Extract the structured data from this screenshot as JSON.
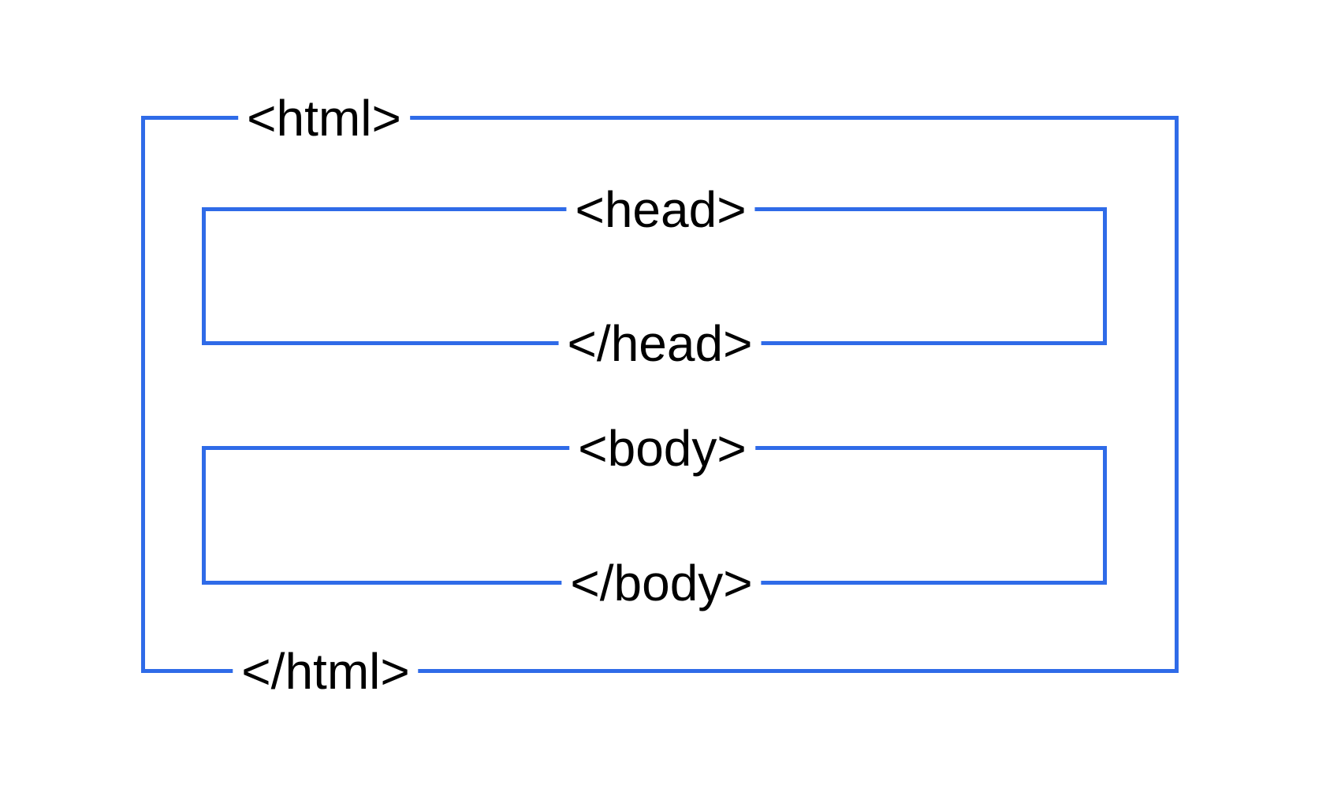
{
  "diagram": {
    "accent_color": "#2f6be8",
    "text_color": "#000000",
    "background_color": "#ffffff",
    "boxes": [
      {
        "tag": "html",
        "open_label": "<html>",
        "close_label": "</html>"
      },
      {
        "tag": "head",
        "open_label": "<head>",
        "close_label": "</head>"
      },
      {
        "tag": "body",
        "open_label": "<body>",
        "close_label": "</body>"
      }
    ]
  }
}
